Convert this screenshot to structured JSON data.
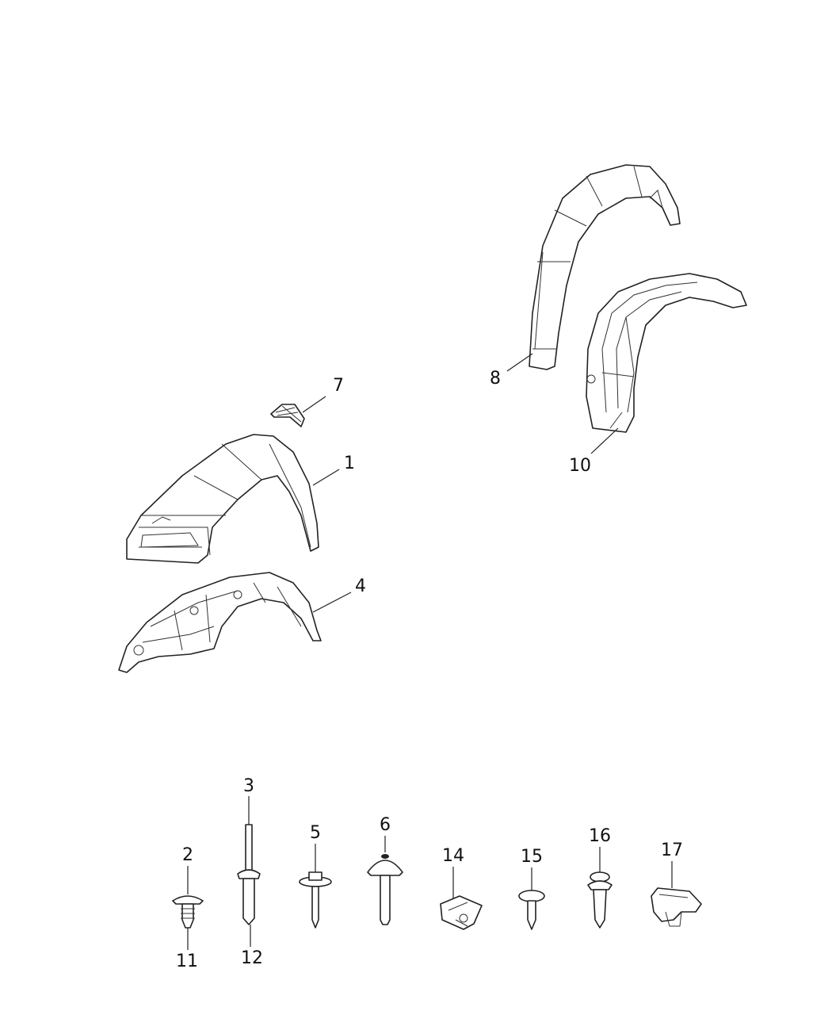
{
  "callouts": {
    "p1": "1",
    "p2": "2",
    "p3": "3",
    "p4": "4",
    "p5": "5",
    "p6": "6",
    "p7": "7",
    "p8": "8",
    "p10": "10",
    "p11": "11",
    "p12": "12",
    "p14": "14",
    "p15": "15",
    "p16": "16",
    "p17": "17"
  }
}
